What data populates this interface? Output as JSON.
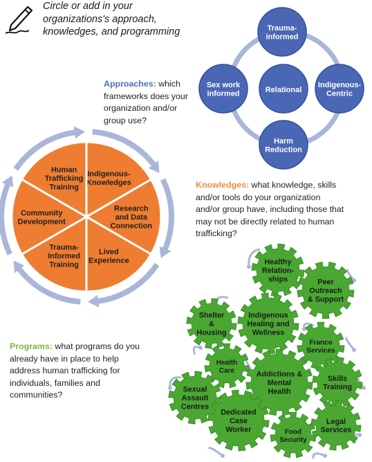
{
  "instruction": {
    "icon": "pen-writing-icon",
    "text": "Circle or add in your organizations's approach, knowledges, and programming"
  },
  "approaches": {
    "label": "Approaches:",
    "question": " which frameworks does your organization and/or group use?",
    "center": "Relational",
    "nodes": [
      "Trauma-informed",
      "Indigenous-Centric",
      "Harm Reduction",
      "Sex work informed"
    ],
    "colors": {
      "node": "#4a67b5",
      "ring": "#a9b6d9",
      "stroke": "#334f99"
    }
  },
  "knowledges": {
    "label": "Knowledges:",
    "question": " what knowledge, skills and/or tools do your organization and/or group have, including those that may not be directly related to human trafficking?",
    "segments": [
      "Indigenous-Knowledges",
      "Research and Data Connection",
      "Lived Experience",
      "Trauma-Informed Training",
      "Community Development",
      "Human Trafficking Training"
    ],
    "colors": {
      "fill": "#ee7d31",
      "ring": "#a9b6d9"
    }
  },
  "programs": {
    "label": "Programs:",
    "question": " what programs do you already have in place to help address human trafficking for individuals, families and communities?",
    "gears": [
      "Healthy Relation-ships",
      "Peer Outreach & Support",
      "Indigenous Healing and Wellness",
      "Shelter & Housing",
      "Franco Services",
      "Health Care",
      "Addictions & Mental Health",
      "Skills Training",
      "Sexual Assault Centres",
      "Dedicated Case Worker",
      "Food Security",
      "Legal Services"
    ],
    "colors": {
      "gear": "#4aa832",
      "arrow": "#a9b6d9"
    }
  }
}
